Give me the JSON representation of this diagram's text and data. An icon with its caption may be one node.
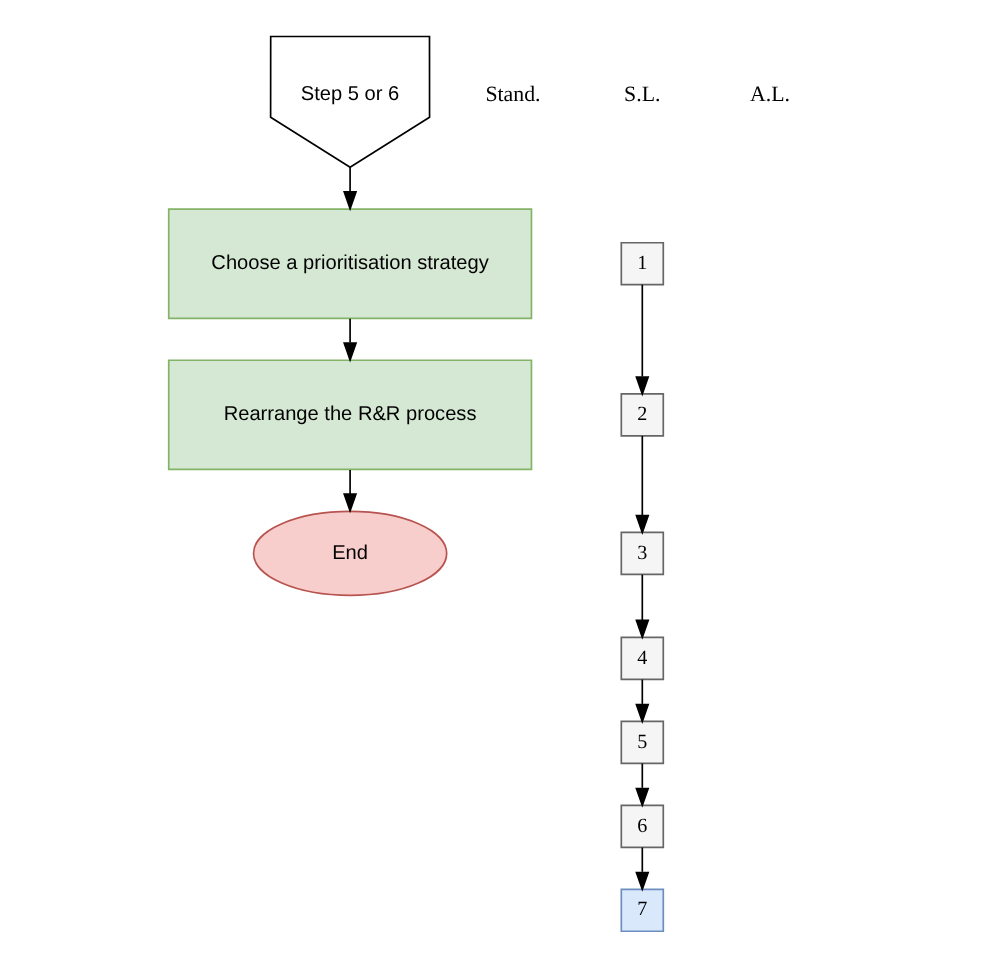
{
  "diagram": {
    "nodes": [
      {
        "text": [
          "Step 5 or 6"
        ]
      },
      {
        "text": [
          "Choose a prioritisation strategy"
        ]
      },
      {
        "text": [
          "Rearrange the R&R process"
        ]
      },
      {
        "text": [
          "End"
        ]
      },
      {
        "text": [
          "1"
        ]
      },
      {
        "text": [
          "2"
        ]
      },
      {
        "text": [
          "3"
        ]
      },
      {
        "text": [
          "4"
        ]
      },
      {
        "text": [
          "5"
        ]
      },
      {
        "text": [
          "6"
        ]
      },
      {
        "text": [
          "7"
        ]
      }
    ],
    "edges": [
      {
        "from": 0,
        "to": 1,
        "arrow": "to"
      },
      {
        "from": 1,
        "to": 2,
        "arrow": "to"
      },
      {
        "from": 2,
        "to": 3,
        "arrow": "to"
      },
      {
        "from": 4,
        "to": 5,
        "arrow": "to"
      },
      {
        "from": 5,
        "to": 6,
        "arrow": "to"
      },
      {
        "from": 6,
        "to": 7,
        "arrow": "to"
      },
      {
        "from": 7,
        "to": 8,
        "arrow": "to"
      },
      {
        "from": 8,
        "to": 9,
        "arrow": "to"
      },
      {
        "from": 9,
        "to": 10,
        "arrow": "to"
      }
    ],
    "labels": [
      "Stand.",
      "S.L.",
      "A.L."
    ]
  }
}
